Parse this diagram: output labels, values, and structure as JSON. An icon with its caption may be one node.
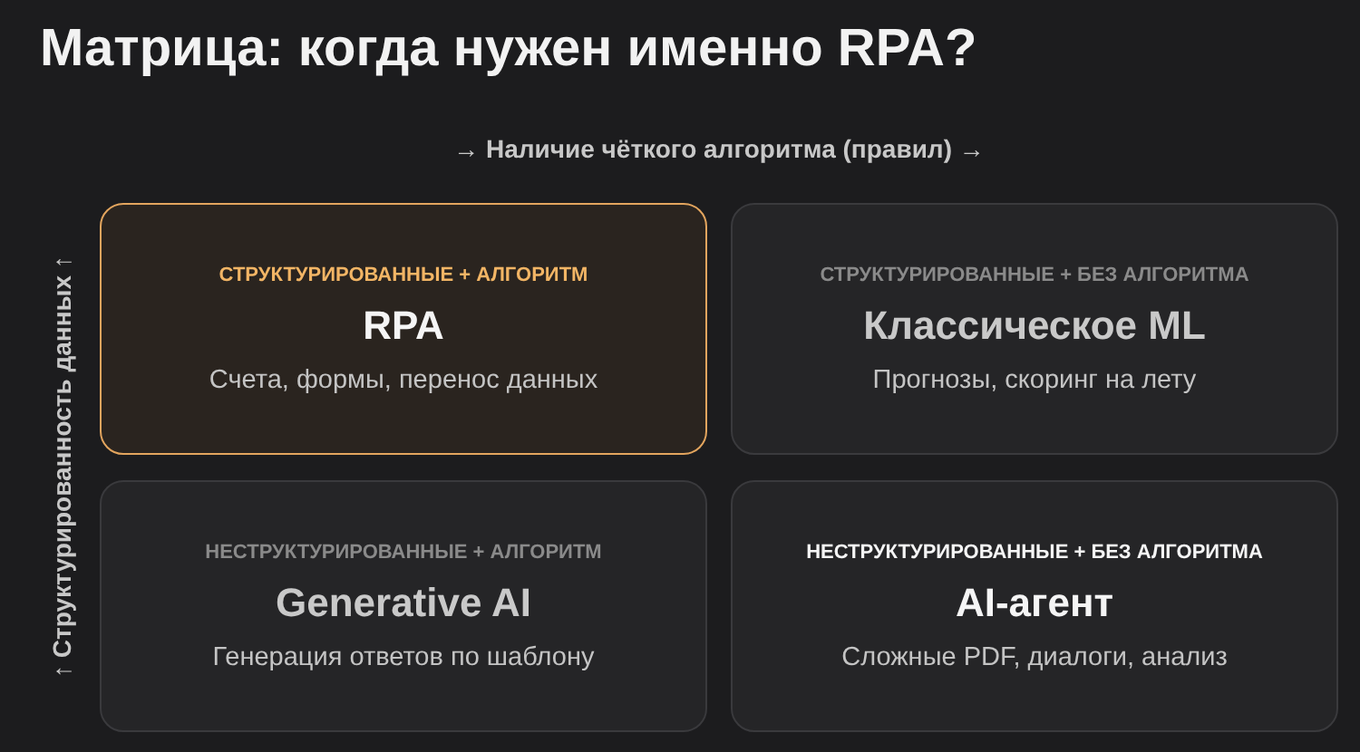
{
  "diagram": {
    "title": "Матрица: когда нужен именно RPA?",
    "nodes": [
      {
        "text": [
          "СТРУКТУРИРОВАННЫЕ + АЛГОРИТМ",
          "RPA",
          "Счета, формы, перенос данных"
        ]
      },
      {
        "text": [
          "СТРУКТУРИРОВАННЫЕ + БЕЗ АЛГОРИТМА",
          "Классическое ML",
          "Прогнозы, скоринг на лету"
        ]
      },
      {
        "text": [
          "НЕСТРУКТУРИРОВАННЫЕ + АЛГОРИТМ",
          "Generative AI",
          "Генерация ответов по шаблону"
        ]
      },
      {
        "text": [
          "НЕСТРУКТУРИРОВАННЫЕ + БЕЗ АЛГОРИТМА",
          "AI-агент",
          "Сложные PDF, диалоги, анализ"
        ]
      }
    ],
    "labels": [
      "→ Наличие чёткого алгоритма (правил) →",
      "↑ Структурированность данных ↑"
    ]
  }
}
